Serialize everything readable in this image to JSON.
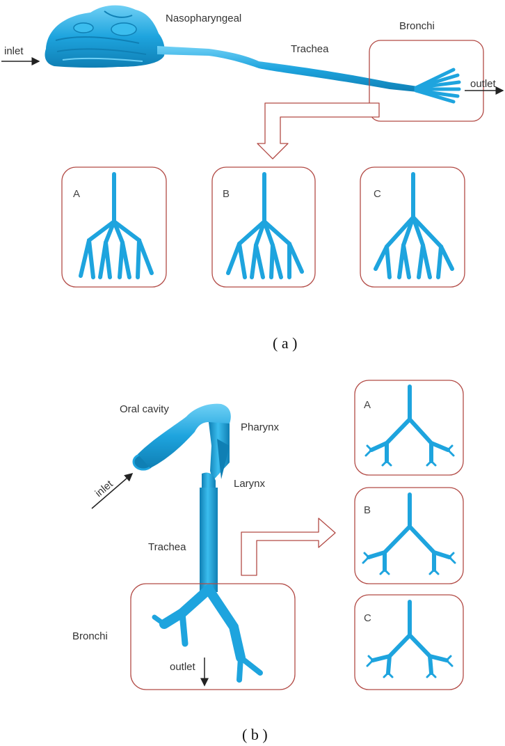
{
  "colors": {
    "airway": "#1ea4de",
    "airway_dark": "#0f7fb4",
    "airway_light": "#6fd0f5",
    "frame": "#b24a45",
    "arrow": "#222222"
  },
  "figure_a": {
    "labels": {
      "inlet": "inlet",
      "nasopharyngeal": "Nasopharyngeal",
      "trachea": "Trachea",
      "bronchi": "Bronchi",
      "outlet": "outlet"
    },
    "panels": [
      "A",
      "B",
      "C"
    ],
    "caption": "( a )"
  },
  "figure_b": {
    "labels": {
      "oral_cavity": "Oral cavity",
      "pharynx": "Pharynx",
      "larynx": "Larynx",
      "inlet": "inlet",
      "trachea": "Trachea",
      "bronchi": "Bronchi",
      "outlet": "outlet"
    },
    "panels": [
      "A",
      "B",
      "C"
    ],
    "caption": "( b )"
  }
}
